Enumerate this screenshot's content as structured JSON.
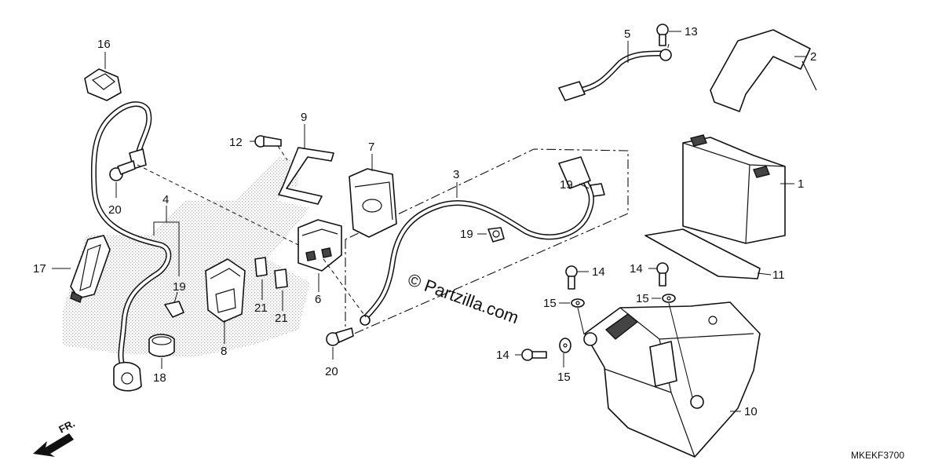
{
  "diagram": {
    "watermark": "© Partzilla.com",
    "code": "MKEKF3700",
    "direction_label": "FR.",
    "colors": {
      "line": "#111111",
      "background": "#ffffff",
      "stipple": "#9a9a9a"
    },
    "callouts": [
      {
        "id": "c1",
        "label": "1"
      },
      {
        "id": "c2",
        "label": "2"
      },
      {
        "id": "c3",
        "label": "3"
      },
      {
        "id": "c4",
        "label": "4"
      },
      {
        "id": "c5",
        "label": "5"
      },
      {
        "id": "c6",
        "label": "6"
      },
      {
        "id": "c7",
        "label": "7"
      },
      {
        "id": "c8",
        "label": "8"
      },
      {
        "id": "c9",
        "label": "9"
      },
      {
        "id": "c10",
        "label": "10"
      },
      {
        "id": "c11",
        "label": "11"
      },
      {
        "id": "c12",
        "label": "12"
      },
      {
        "id": "c13",
        "label": "13"
      },
      {
        "id": "c14a",
        "label": "14"
      },
      {
        "id": "c14b",
        "label": "14"
      },
      {
        "id": "c14c",
        "label": "14"
      },
      {
        "id": "c15a",
        "label": "15"
      },
      {
        "id": "c15b",
        "label": "15"
      },
      {
        "id": "c15c",
        "label": "15"
      },
      {
        "id": "c16",
        "label": "16"
      },
      {
        "id": "c17",
        "label": "17"
      },
      {
        "id": "c18",
        "label": "18"
      },
      {
        "id": "c19a",
        "label": "19"
      },
      {
        "id": "c19b",
        "label": "19"
      },
      {
        "id": "c19c",
        "label": "19"
      },
      {
        "id": "c20a",
        "label": "20"
      },
      {
        "id": "c20b",
        "label": "20"
      },
      {
        "id": "c21a",
        "label": "21"
      },
      {
        "id": "c21b",
        "label": "21"
      }
    ]
  }
}
